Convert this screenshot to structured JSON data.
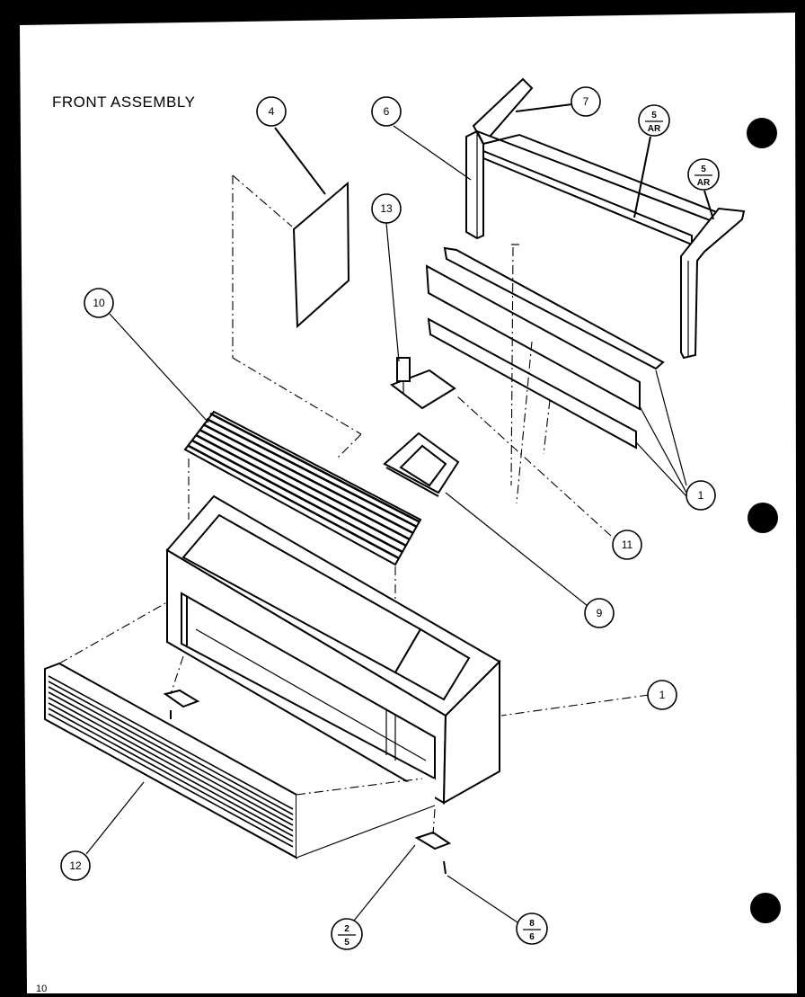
{
  "title": "FRONT ASSEMBLY",
  "page_number": "10",
  "callouts": [
    {
      "id": "1",
      "label": "1"
    },
    {
      "id": "2",
      "label": "1"
    },
    {
      "id": "4",
      "label": "4"
    },
    {
      "id": "6",
      "label": "6"
    },
    {
      "id": "7",
      "label": "7"
    },
    {
      "id": "9",
      "label": "9"
    },
    {
      "id": "10",
      "label": "10"
    },
    {
      "id": "11",
      "label": "11"
    },
    {
      "id": "12",
      "label": "12"
    },
    {
      "id": "13",
      "label": "13"
    }
  ],
  "fraction_callouts": [
    {
      "id": "5a",
      "top": "5",
      "bottom": "AR"
    },
    {
      "id": "5b",
      "top": "5",
      "bottom": "AR"
    },
    {
      "id": "2-5",
      "top": "2",
      "bottom": "5"
    },
    {
      "id": "8-6",
      "top": "8",
      "bottom": "6"
    }
  ]
}
